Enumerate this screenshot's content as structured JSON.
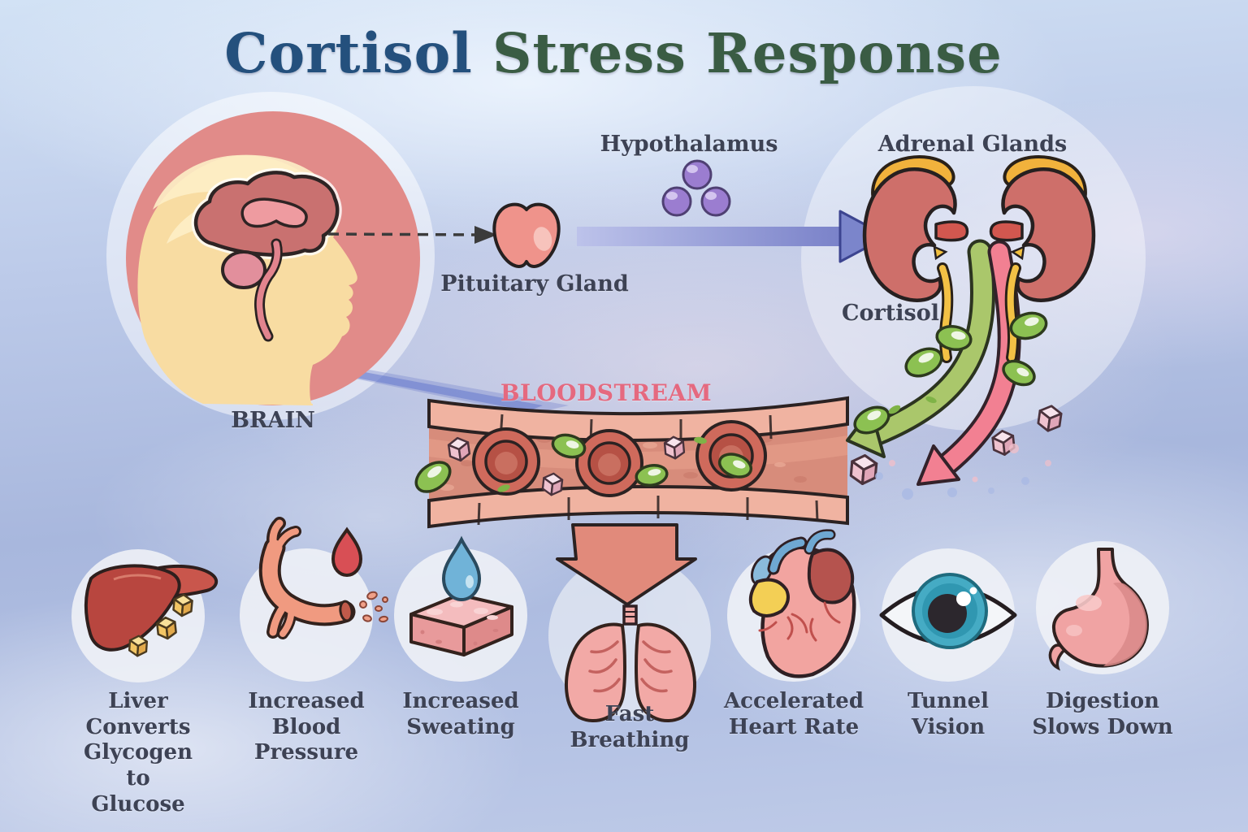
{
  "title": {
    "word1": "Cortisol",
    "word2": "Stress Response"
  },
  "labels": {
    "brain": "BRAIN",
    "hypothalamus": "Hypothalamus",
    "pituitary": "Pituitary Gland",
    "adrenal": "Adrenal Glands",
    "cortisol": "Cortisol",
    "bloodstream": "BLOODSTREAM"
  },
  "effects": [
    {
      "icon": "liver-icon",
      "label": "Liver Converts Glycogen to Glucose"
    },
    {
      "icon": "blood-vessel-icon",
      "label": "Increased Blood Pressure"
    },
    {
      "icon": "sweat-drop-skin-icon",
      "label": "Increased Sweating"
    },
    {
      "icon": "lungs-icon",
      "label": "Fast Breathing"
    },
    {
      "icon": "heart-icon",
      "label": "Accelerated Heart Rate"
    },
    {
      "icon": "eye-icon",
      "label": "Tunnel Vision"
    },
    {
      "icon": "stomach-icon",
      "label": "Digestion Slows Down"
    }
  ],
  "palette": {
    "title_blue": "#24507d",
    "title_green": "#3a5c44",
    "label_dark": "#3d4254",
    "bloodstream_pink": "#e5697f",
    "signal_arrow_blue": "#7b85cb",
    "cortisol_arrow_green": "#aac76b",
    "glucose_arrow_pink": "#f28092",
    "release_arrow_salmon": "#e18a7b",
    "cortisol_molecule_green": "#8cc152",
    "glucose_cube_pink": "#f3c7d4",
    "hormone_purple": "#9b7dd0",
    "vessel_wall_salmon": "#f0b3a1",
    "vessel_inner": "#d78c7b",
    "kidney_red": "#ce6f6a",
    "adrenal_yellow": "#f1b23c",
    "sky_blue": "#b7c6e6"
  }
}
